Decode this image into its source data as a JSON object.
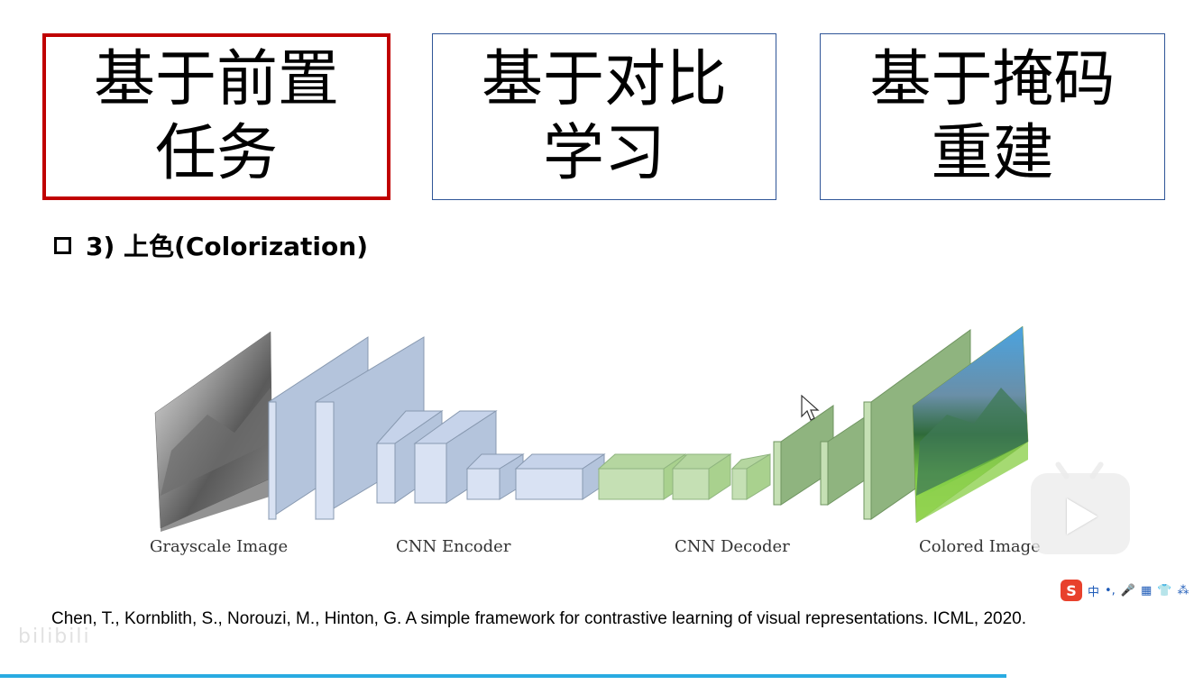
{
  "topics": [
    {
      "line1": "基于前置",
      "line2": "任务",
      "active": true
    },
    {
      "line1": "基于对比",
      "line2": "学习",
      "active": false
    },
    {
      "line1": "基于掩码",
      "line2": "重建",
      "active": false
    }
  ],
  "section": {
    "heading": "3) 上色(Colorization)"
  },
  "diagram": {
    "labels": {
      "grayscale": "Grayscale Image",
      "encoder": "CNN Encoder",
      "decoder": "CNN Decoder",
      "colored": "Colored Image"
    }
  },
  "citation": "Chen, T., Kornblith, S., Norouzi, M., Hinton, G. A simple framework for contrastive learning of visual representations. ICML, 2020.",
  "ime_toolbar": {
    "logo": "S",
    "mode": "中",
    "punct": "•,",
    "mic": "🎤",
    "keyboard": "▦",
    "skin": "👕",
    "more": "⁂"
  },
  "watermark": "bilibili",
  "colors": {
    "active_border": "#c00000",
    "inactive_border": "#2f5597",
    "encoder_fill": "#d9e2f3",
    "encoder_large": "#b4c4dc",
    "decoder_fill": "#a9d18e",
    "decoder_large": "#8fb47f",
    "progress": "#29abe2"
  }
}
